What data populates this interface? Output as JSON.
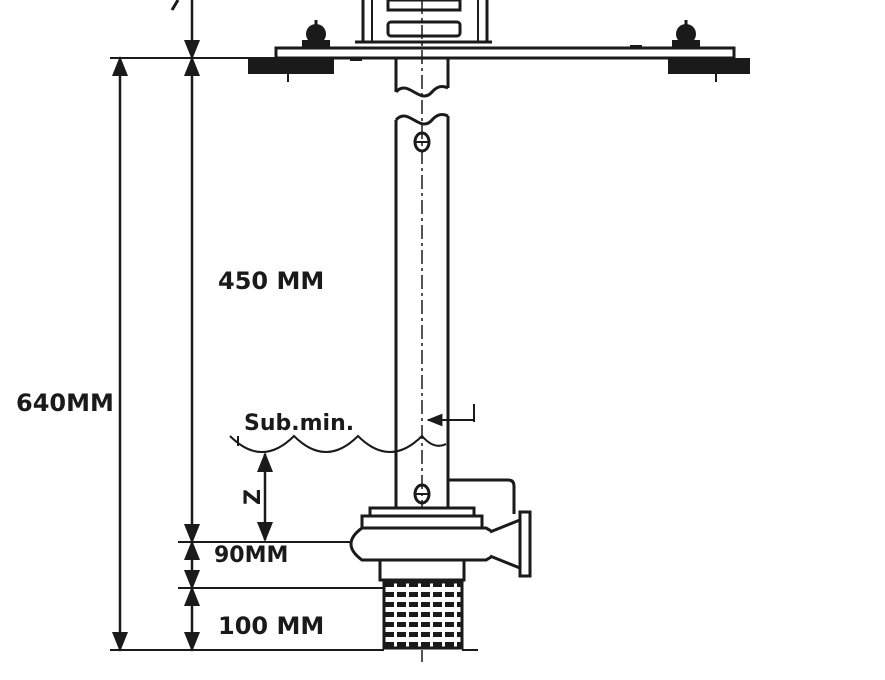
{
  "labels": {
    "height_450": "450 MM",
    "height_640": "640MM",
    "height_90": "90MM",
    "height_100": "100 MM",
    "sub_min": "Sub.min.",
    "z": "Z"
  },
  "colors": {
    "line": "#1a1a1a",
    "background": "#ffffff"
  }
}
